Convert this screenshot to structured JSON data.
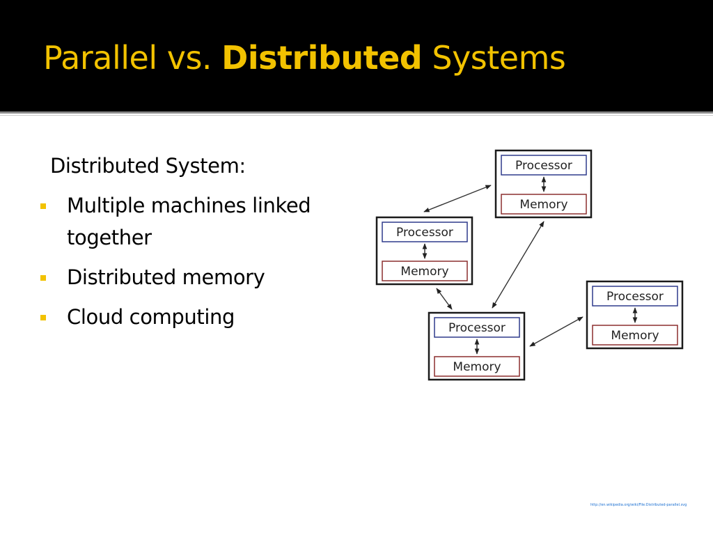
{
  "slide": {
    "title_part1": "Parallel vs. ",
    "title_bold": "Distributed",
    "title_part2": " Systems",
    "heading": "Distributed System:",
    "bullets": [
      "Multiple machines linked together",
      "Distributed memory",
      "Cloud computing"
    ],
    "credit": "http://en.wikipedia.org/wiki/File:Distributed-parallel.svg"
  },
  "diagram": {
    "nodes": [
      {
        "processor_label": "Processor",
        "memory_label": "Memory"
      },
      {
        "processor_label": "Processor",
        "memory_label": "Memory"
      },
      {
        "processor_label": "Processor",
        "memory_label": "Memory"
      },
      {
        "processor_label": "Processor",
        "memory_label": "Memory"
      }
    ]
  },
  "colors": {
    "title_bar": "#000000",
    "accent": "#f2c200",
    "processor_border": "#2e3a8c",
    "memory_border": "#8c2e2e",
    "link": "#1a6fd1"
  }
}
